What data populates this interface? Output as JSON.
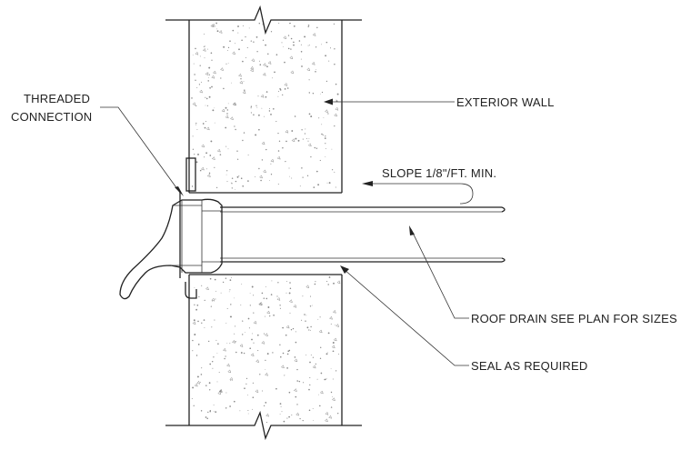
{
  "labels": {
    "threaded_line1": "THREADED",
    "threaded_line2": "CONNECTION",
    "exterior_wall": "EXTERIOR WALL",
    "slope": "SLOPE 1/8\"/FT. MIN.",
    "roof_drain": "ROOF DRAIN SEE PLAN FOR SIZES",
    "seal": "SEAL AS REQUIRED"
  },
  "colors": {
    "line": "#222222",
    "stipple": "#888888",
    "background": "#ffffff"
  }
}
